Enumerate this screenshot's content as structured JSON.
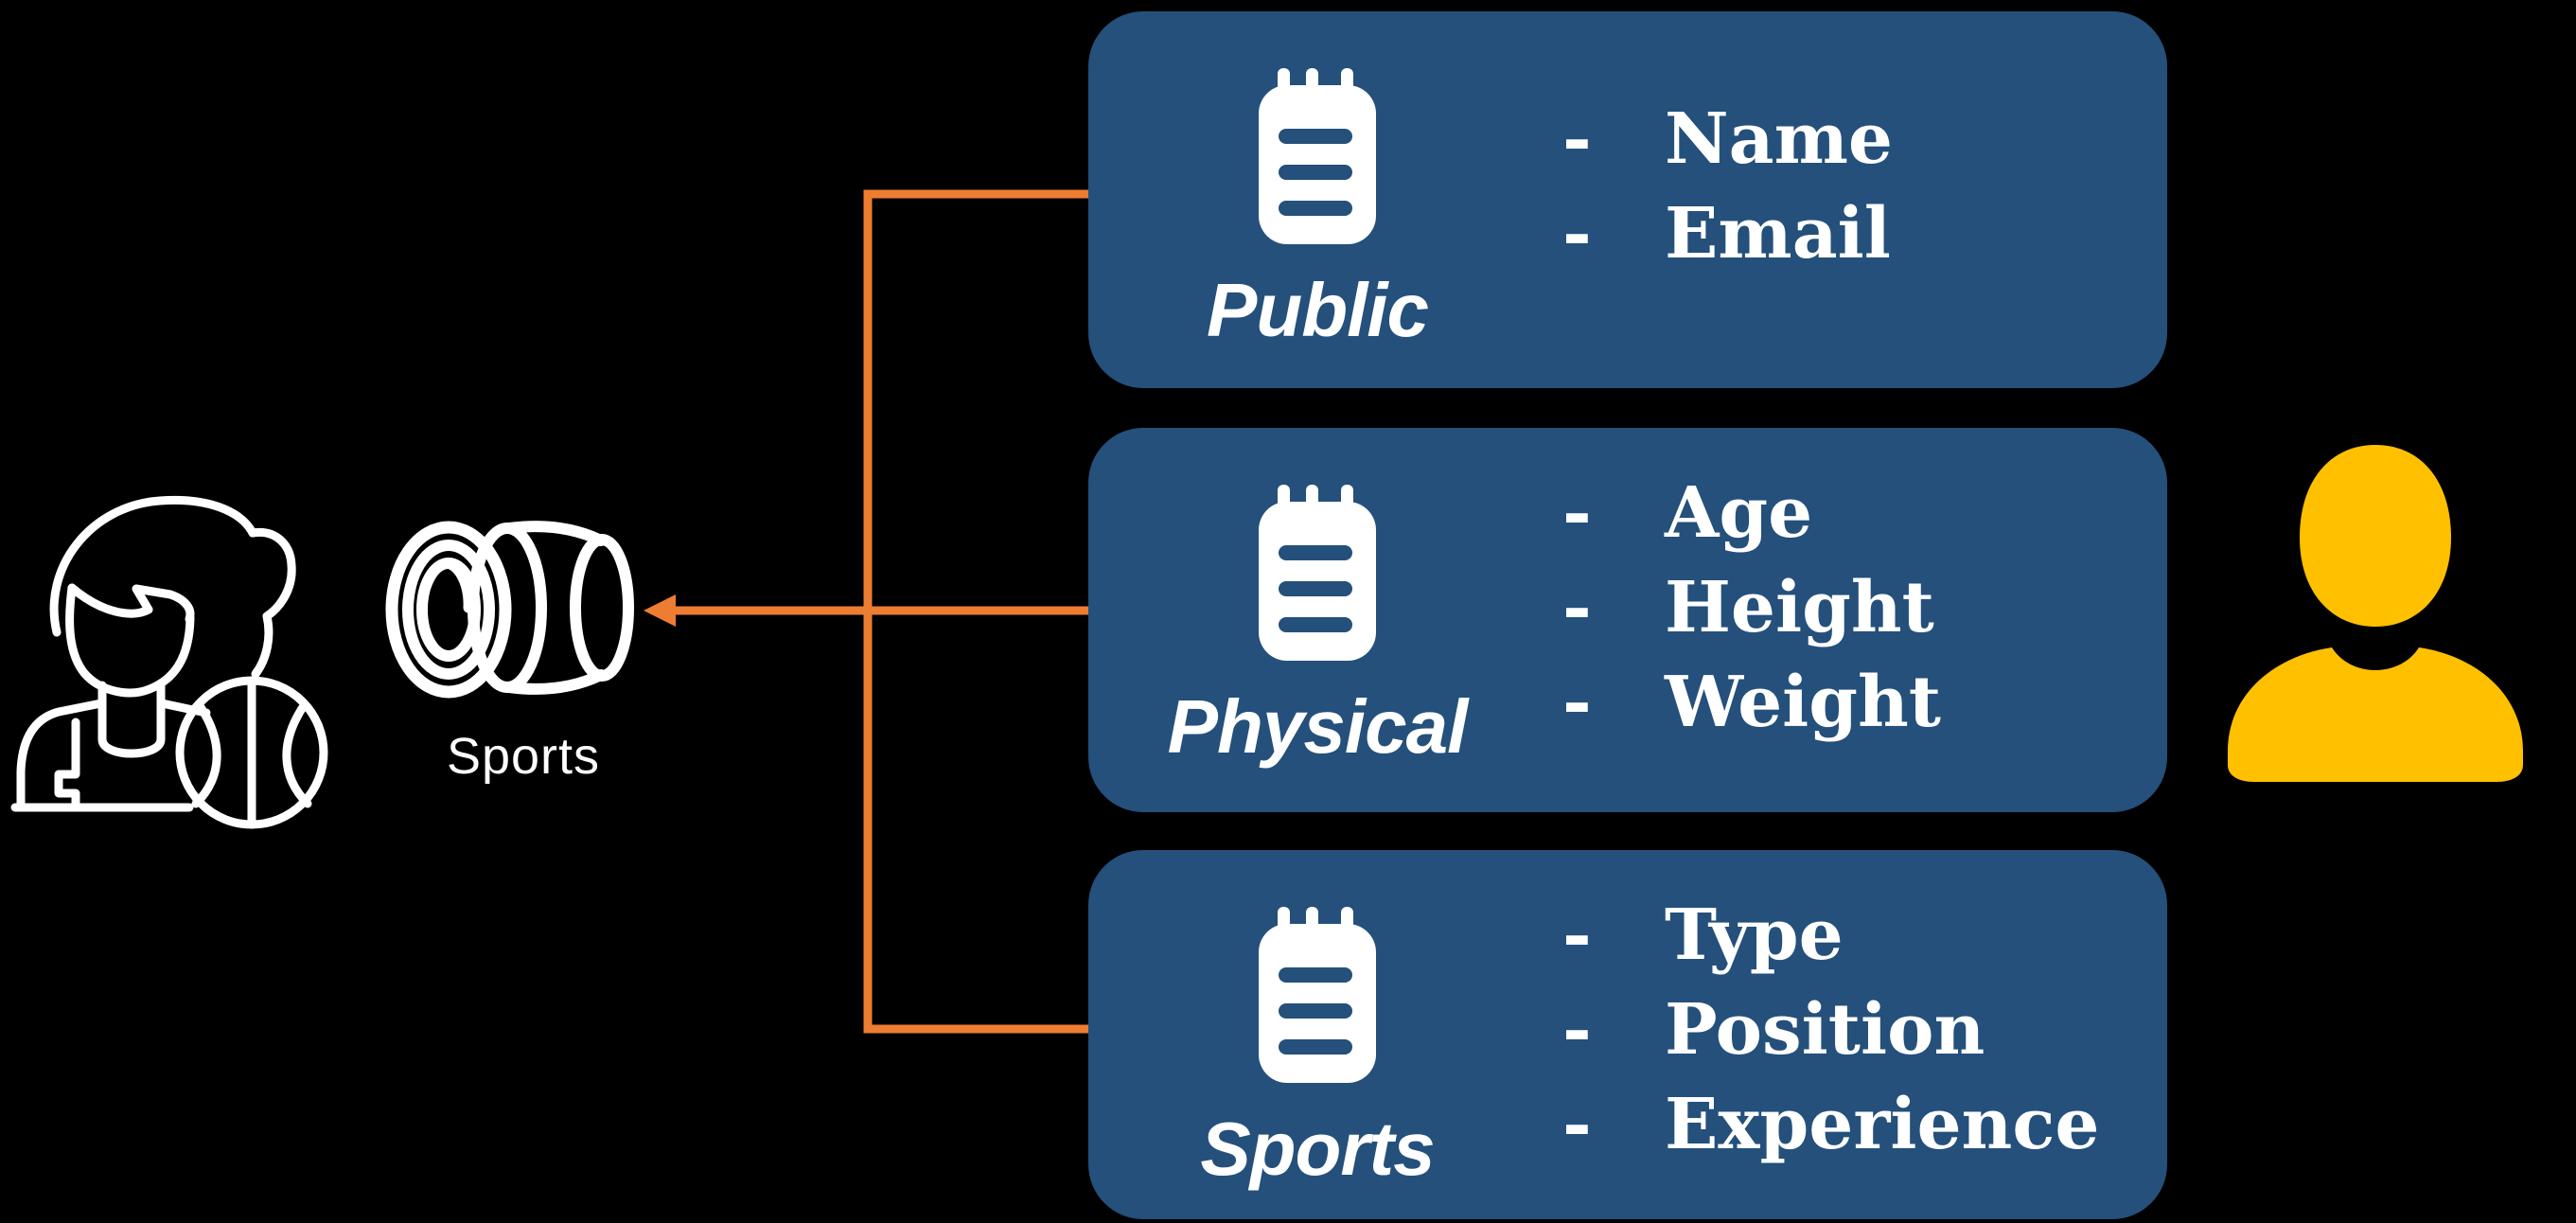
{
  "background": "#000000",
  "colors": {
    "card_blue": "#24507B",
    "connector_orange": "#ED7D31",
    "person_yellow": "#FFC000",
    "icon_white": "#FFFFFF"
  },
  "subject": {
    "label": "Sports",
    "icon": "basketball-player-icon"
  },
  "camera": {
    "icon": "camera-lens-icon"
  },
  "bullet": "-",
  "cards": [
    {
      "icon": "notepad-icon",
      "title": "Public",
      "items": [
        "Name",
        "Email"
      ]
    },
    {
      "icon": "notepad-icon",
      "title": "Physical",
      "items": [
        "Age",
        "Height",
        "Weight"
      ]
    },
    {
      "icon": "notepad-icon",
      "title": "Sports",
      "items": [
        "Type",
        "Position",
        "Experience"
      ]
    }
  ],
  "person": {
    "icon": "user-silhouette-icon"
  }
}
